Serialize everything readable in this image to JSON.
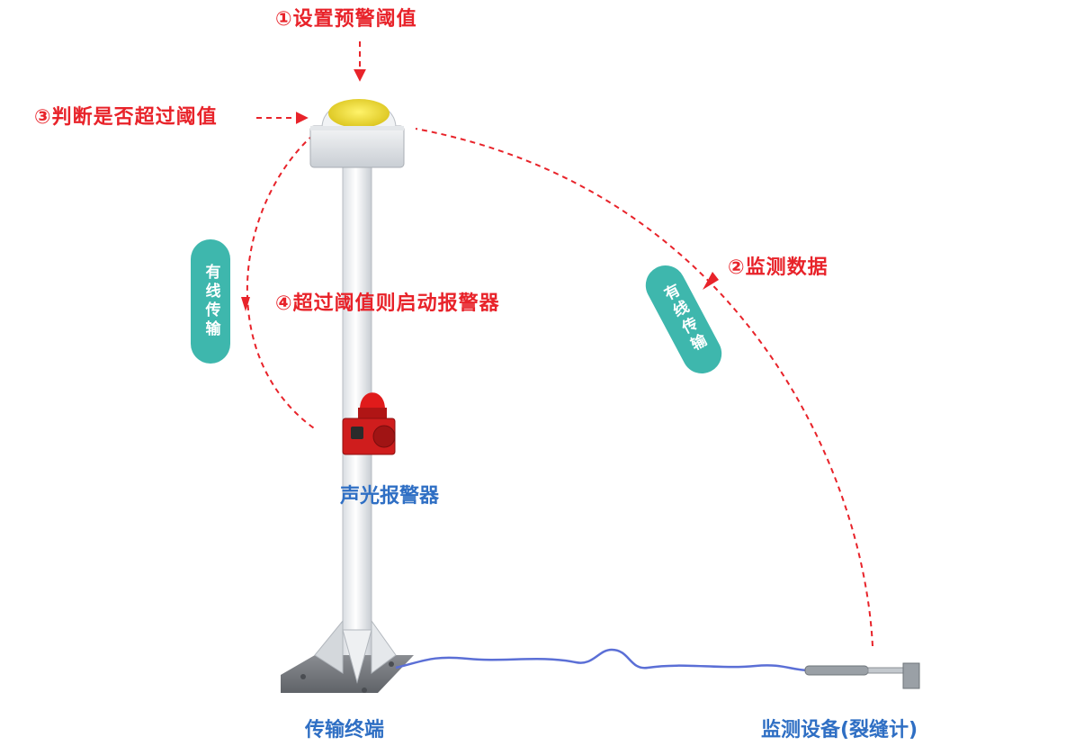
{
  "steps": {
    "step1": "①设置预警阈值",
    "step2": "②监测数据",
    "step3": "③判断是否超过阈值",
    "step4": "④超过阈值则启动报警器"
  },
  "transmission": {
    "left": "有线传输",
    "right": "有线传输"
  },
  "equipment": {
    "alarm": "声光报警器",
    "terminal": "传输终端",
    "monitor": "监测设备(裂缝计)"
  },
  "colors": {
    "accent_red": "#e8232a",
    "label_blue": "#2f6fc4",
    "pill_teal": "#3eb7ad",
    "cable_blue": "#5b6fd6"
  }
}
